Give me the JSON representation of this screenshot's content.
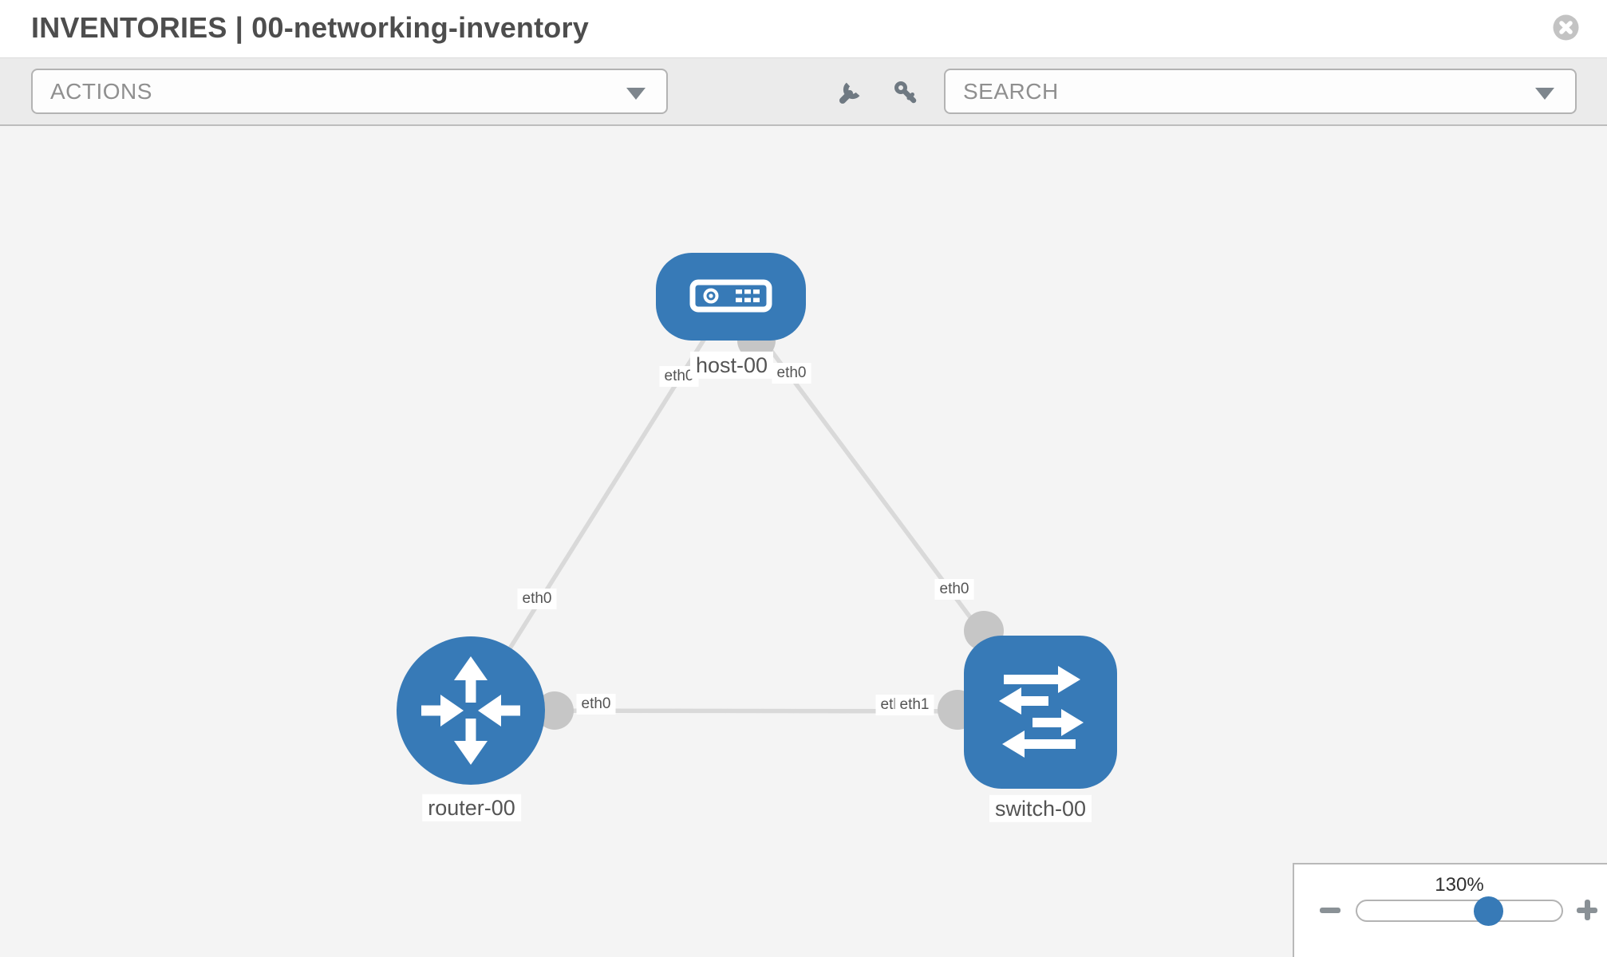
{
  "header": {
    "title": "INVENTORIES | 00-networking-inventory"
  },
  "toolbar": {
    "actions_label": "ACTIONS",
    "search_placeholder": "SEARCH",
    "icons": [
      {
        "name": "wrench-icon"
      },
      {
        "name": "key-icon"
      }
    ]
  },
  "topology": {
    "nodes": [
      {
        "id": "host-00",
        "label": "host-00",
        "type": "host"
      },
      {
        "id": "router-00",
        "label": "router-00",
        "type": "router"
      },
      {
        "id": "switch-00",
        "label": "switch-00",
        "type": "switch"
      }
    ],
    "links": [
      {
        "from": "host-00",
        "from_interface": "eth0",
        "to": "router-00",
        "to_interface": "eth0"
      },
      {
        "from": "host-00",
        "from_interface": "eth0",
        "to": "switch-00",
        "to_interface": "eth0"
      },
      {
        "from": "router-00",
        "from_interface": "eth0",
        "to": "switch-00",
        "to_interface": "eth1"
      }
    ],
    "interface_labels": {
      "host_end_to_router": "eth0",
      "host_end_to_switch": "eth0",
      "router_link_mid": "eth0",
      "switch_link_mid": "eth0",
      "router_end": "eth0",
      "switch_end_under": "eth0",
      "switch_end_over": "eth1"
    }
  },
  "zoom_control": {
    "value": "130%",
    "percent": 65
  },
  "colors": {
    "node_blue": "#377ab7",
    "link_gray": "#d9d9d9",
    "connector_gray": "#c6c6c6",
    "canvas_bg": "#f4f4f4",
    "toolbar_bg": "#ebebeb"
  }
}
